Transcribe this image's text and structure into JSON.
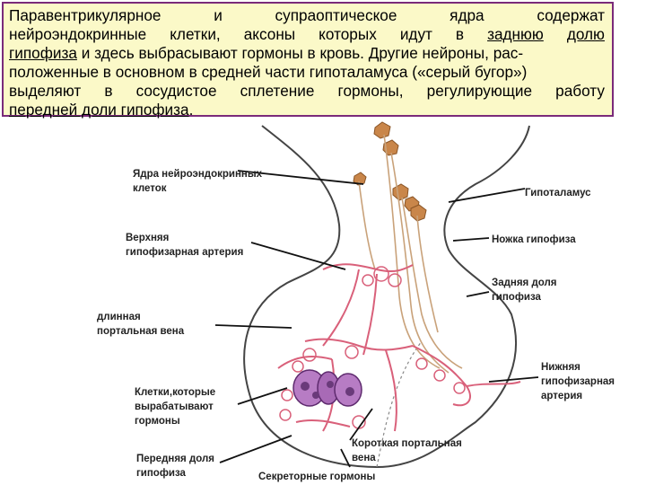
{
  "text": {
    "line1_words": [
      "Паравентрикулярное",
      "и",
      "супраоптическое",
      "ядра",
      "содержат"
    ],
    "line2_words": [
      "нейроэндокринные",
      "клетки,",
      "аксоны",
      "которых",
      "идут",
      "в",
      "заднюю",
      "долю"
    ],
    "line3_a": "гипофиза",
    "line3_b": " и здесь выбрасывают гормоны в кровь. Другие нейроны, рас-",
    "line4": "положенные в основном в средней части гипоталамуса («серый бугор»)",
    "line5_words": [
      "выделяют",
      "в",
      "сосудистое",
      "сплетение",
      "гормоны,",
      "регулирующие",
      "работу"
    ],
    "line6_a": "передней доли гипофиза",
    "line6_b": "."
  },
  "labels": {
    "neuro_nuclei_1": "Ядра нейроэндокринных",
    "neuro_nuclei_2": "клеток",
    "hypothalamus": "Гипоталамус",
    "sup_artery_1": "Верхняя",
    "sup_artery_2": "гипофизарная артерия",
    "stalk": "Ножка гипофиза",
    "post_lobe_1": "Задняя доля",
    "post_lobe_2": "гипофиза",
    "long_vein_1": "длинная",
    "long_vein_2": "портальная вена",
    "inf_artery_1": "Нижняя",
    "inf_artery_2": "гипофизарная",
    "inf_artery_3": "артерия",
    "cells_1": "Клетки,которые",
    "cells_2": "вырабатывают",
    "cells_3": "гормоны",
    "short_vein_1": "Короткая портальная",
    "short_vein_2": "вена",
    "ant_lobe_1": "Передняя доля",
    "ant_lobe_2": "гипофиза",
    "secretory": "Секреторные гормоны"
  },
  "colors": {
    "box_bg": "#fbf9c8",
    "box_border": "#7a2b7a",
    "vessel": "#d9607a",
    "cell": "#9b4a9b",
    "neuron": "#c9864a"
  }
}
